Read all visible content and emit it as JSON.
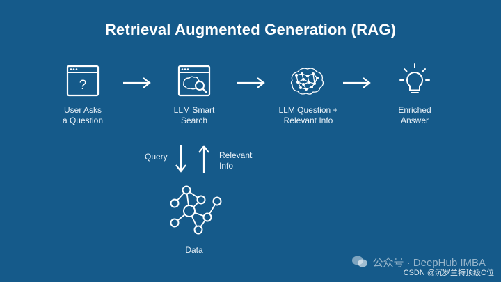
{
  "title": "Retrieval Augmented Generation (RAG)",
  "steps": [
    {
      "label_line1": "User Asks",
      "label_line2": "a Question",
      "icon": "window-question-icon"
    },
    {
      "label_line1": "LLM Smart",
      "label_line2": "Search",
      "icon": "window-brain-search-icon"
    },
    {
      "label_line1": "LLM Question +",
      "label_line2": "Relevant Info",
      "icon": "brain-network-icon"
    },
    {
      "label_line1": "Enriched",
      "label_line2": "Answer",
      "icon": "lightbulb-icon"
    }
  ],
  "query_label": "Query",
  "relevant_label_line1": "Relevant",
  "relevant_label_line2": "Info",
  "data_label": "Data",
  "watermark": {
    "channel": "公众号 · DeepHub IMBA",
    "credit": "CSDN @沉罗兰特顶级C位"
  },
  "colors": {
    "background": "#155a8a",
    "foreground": "#ffffff"
  }
}
